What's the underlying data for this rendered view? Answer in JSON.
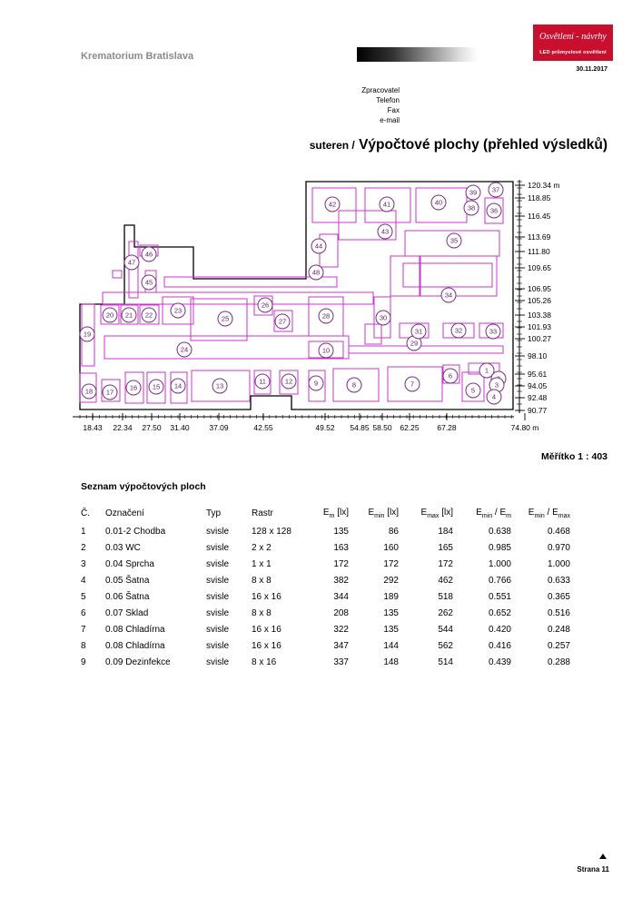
{
  "header": {
    "project": "Krematorium Bratislava",
    "logo_title": "Osvětlení - návrhy",
    "logo_subtitle": "LED průmyslové osvětlení",
    "date": "30.11.2017",
    "contact_labels": [
      "Zpracovatel",
      "Telefon",
      "Fax",
      "e-mail"
    ]
  },
  "title": {
    "floor": "suteren /",
    "text": "Výpočtové plochy (přehled výsledků)"
  },
  "plan": {
    "x_labels": [
      "18.43",
      "22.34",
      "27.50",
      "31.40",
      "37.09",
      "42.55",
      "49.52",
      "54.85",
      "58.50",
      "62.25",
      "67.28",
      "74.80 m"
    ],
    "y_labels": [
      "120.34 m",
      "118.85",
      "116.45",
      "113.69",
      "111.80",
      "109.65",
      "106.95",
      "105.26",
      "103.38",
      "101.93",
      "100.27",
      "98.10",
      "95.61",
      "94.05",
      "92.48",
      "90.77"
    ],
    "markers": [
      "1",
      "2",
      "3",
      "4",
      "5",
      "6",
      "7",
      "8",
      "9",
      "10",
      "11",
      "12",
      "13",
      "14",
      "15",
      "16",
      "17",
      "18",
      "19",
      "20",
      "21",
      "22",
      "23",
      "24",
      "25",
      "26",
      "27",
      "28",
      "29",
      "30",
      "31",
      "32",
      "33",
      "34",
      "35",
      "36",
      "37",
      "38",
      "39",
      "40",
      "41",
      "42",
      "43",
      "44",
      "45",
      "46",
      "47",
      "48"
    ],
    "outline_color": "#cc33cc"
  },
  "scale": "Měřítko 1 : 403",
  "list_title": "Seznam výpočtových ploch",
  "table": {
    "headers": {
      "no": "Č.",
      "name": "Označení",
      "type": "Typ",
      "grid": "Rastr",
      "em": "E",
      "em_sub": "m",
      "em_unit": " [lx]",
      "emin": "E",
      "emin_sub": "min",
      "emin_unit": " [lx]",
      "emax": "E",
      "emax_sub": "max",
      "emax_unit": " [lx]",
      "r1a": "E",
      "r1a_sub": "min",
      "r1b": " / E",
      "r1b_sub": "m",
      "r2a": "E",
      "r2a_sub": "min",
      "r2b": " / E",
      "r2b_sub": "max"
    },
    "rows": [
      [
        "1",
        "0.01-2 Chodba",
        "svisle",
        "128 x 128",
        "135",
        "86",
        "184",
        "0.638",
        "0.468"
      ],
      [
        "2",
        "0.03 WC",
        "svisle",
        "2 x 2",
        "163",
        "160",
        "165",
        "0.985",
        "0.970"
      ],
      [
        "3",
        "0.04 Sprcha",
        "svisle",
        "1 x 1",
        "172",
        "172",
        "172",
        "1.000",
        "1.000"
      ],
      [
        "4",
        "0.05 Šatna",
        "svisle",
        "8 x 8",
        "382",
        "292",
        "462",
        "0.766",
        "0.633"
      ],
      [
        "5",
        "0.06 Šatna",
        "svisle",
        "16 x 16",
        "344",
        "189",
        "518",
        "0.551",
        "0.365"
      ],
      [
        "6",
        "0.07 Sklad",
        "svisle",
        "8 x 8",
        "208",
        "135",
        "262",
        "0.652",
        "0.516"
      ],
      [
        "7",
        "0.08 Chladírna",
        "svisle",
        "16 x 16",
        "322",
        "135",
        "544",
        "0.420",
        "0.248"
      ],
      [
        "8",
        "0.08 Chladírna",
        "svisle",
        "16 x 16",
        "347",
        "144",
        "562",
        "0.416",
        "0.257"
      ],
      [
        "9",
        "0.09 Dezinfekce",
        "svisle",
        "8 x 16",
        "337",
        "148",
        "514",
        "0.439",
        "0.288"
      ]
    ]
  },
  "footer": {
    "page": "Strana 11"
  }
}
